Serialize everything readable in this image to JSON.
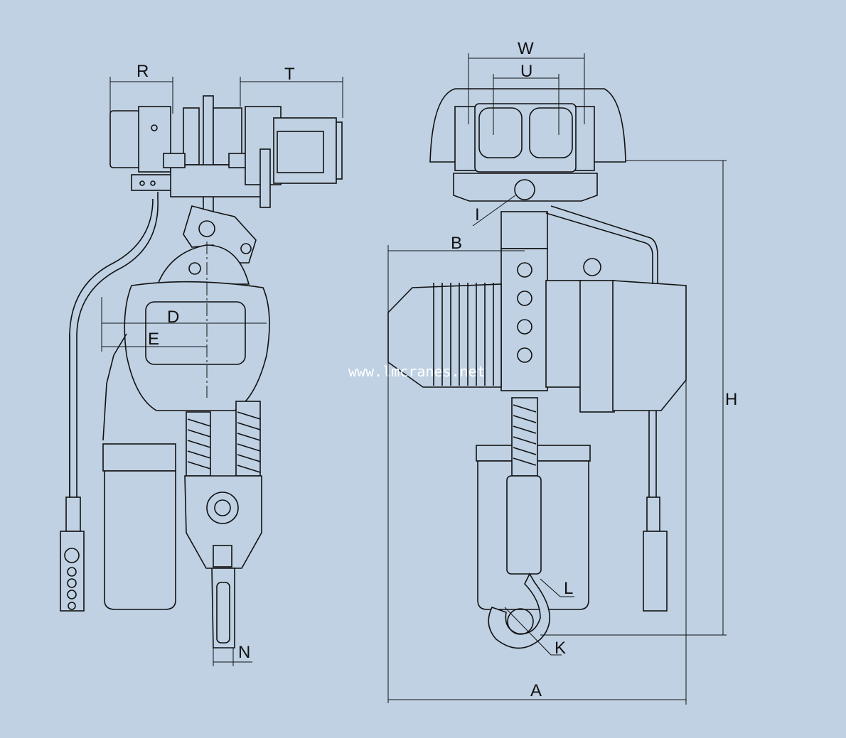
{
  "title": "Electric chain hoist with motorized trolley - dimension drawing",
  "watermark": "www.lmcranes.net",
  "colors": {
    "background": "#bfd1e3",
    "line": "#111111"
  },
  "dimensions": {
    "R": "R",
    "T": "T",
    "W": "W",
    "U": "U",
    "D": "D",
    "E": "E",
    "B": "B",
    "I": "I",
    "H": "H",
    "L": "L",
    "K": "K",
    "N": "N",
    "A": "A"
  }
}
